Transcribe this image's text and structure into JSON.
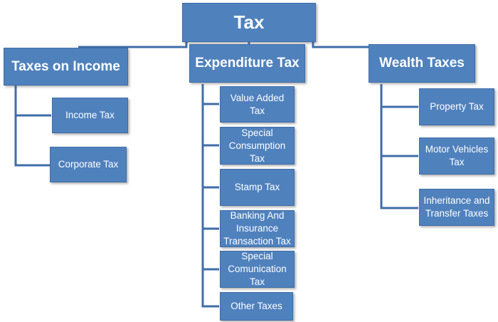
{
  "root": {
    "label": "Tax"
  },
  "categories": [
    {
      "label": "Taxes on Income",
      "children": [
        "Income Tax",
        "Corporate Tax"
      ]
    },
    {
      "label": "Expenditure Tax",
      "children": [
        "Value Added Tax",
        "Special Consumption Tax",
        "Stamp Tax",
        "Banking And Insurance Transaction Tax",
        "Special Comunication Tax",
        "Other Taxes"
      ]
    },
    {
      "label": "Wealth Taxes",
      "children": [
        "Property Tax",
        "Motor Vehicles Tax",
        "Inheritance and Transfer Taxes"
      ]
    }
  ],
  "colors": {
    "box_fill": "#4f81bd",
    "box_border": "#3f6da8",
    "connector": "#3f6da8",
    "text": "#ffffff"
  }
}
